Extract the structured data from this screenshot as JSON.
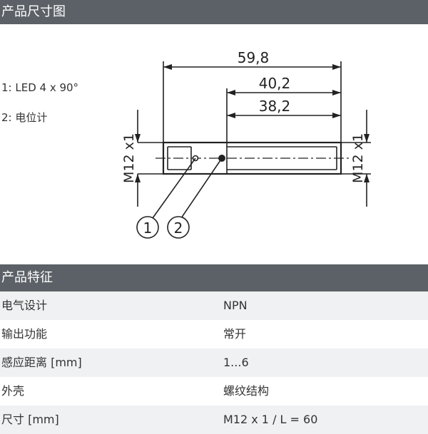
{
  "dimension_section": {
    "title": "产品尺寸图",
    "legend": [
      {
        "label": "1: LED 4 x 90°"
      },
      {
        "label": "2: 电位计"
      }
    ],
    "drawing": {
      "dim_overall": "59,8",
      "dim_middle": "40,2",
      "dim_thread": "38,2",
      "thread_left": "M12 x1",
      "thread_right": "M12 x1",
      "callout_1": "1",
      "callout_2": "2"
    }
  },
  "features_section": {
    "title": "产品特征",
    "rows": [
      {
        "key": "电气设计",
        "value": "NPN"
      },
      {
        "key": "输出功能",
        "value": "常开"
      },
      {
        "key": "感应距离 [mm]",
        "value": "1...6"
      },
      {
        "key": "外壳",
        "value": "螺纹结构"
      },
      {
        "key": "尺寸 [mm]",
        "value": "M12 x 1 / L = 60"
      }
    ]
  }
}
